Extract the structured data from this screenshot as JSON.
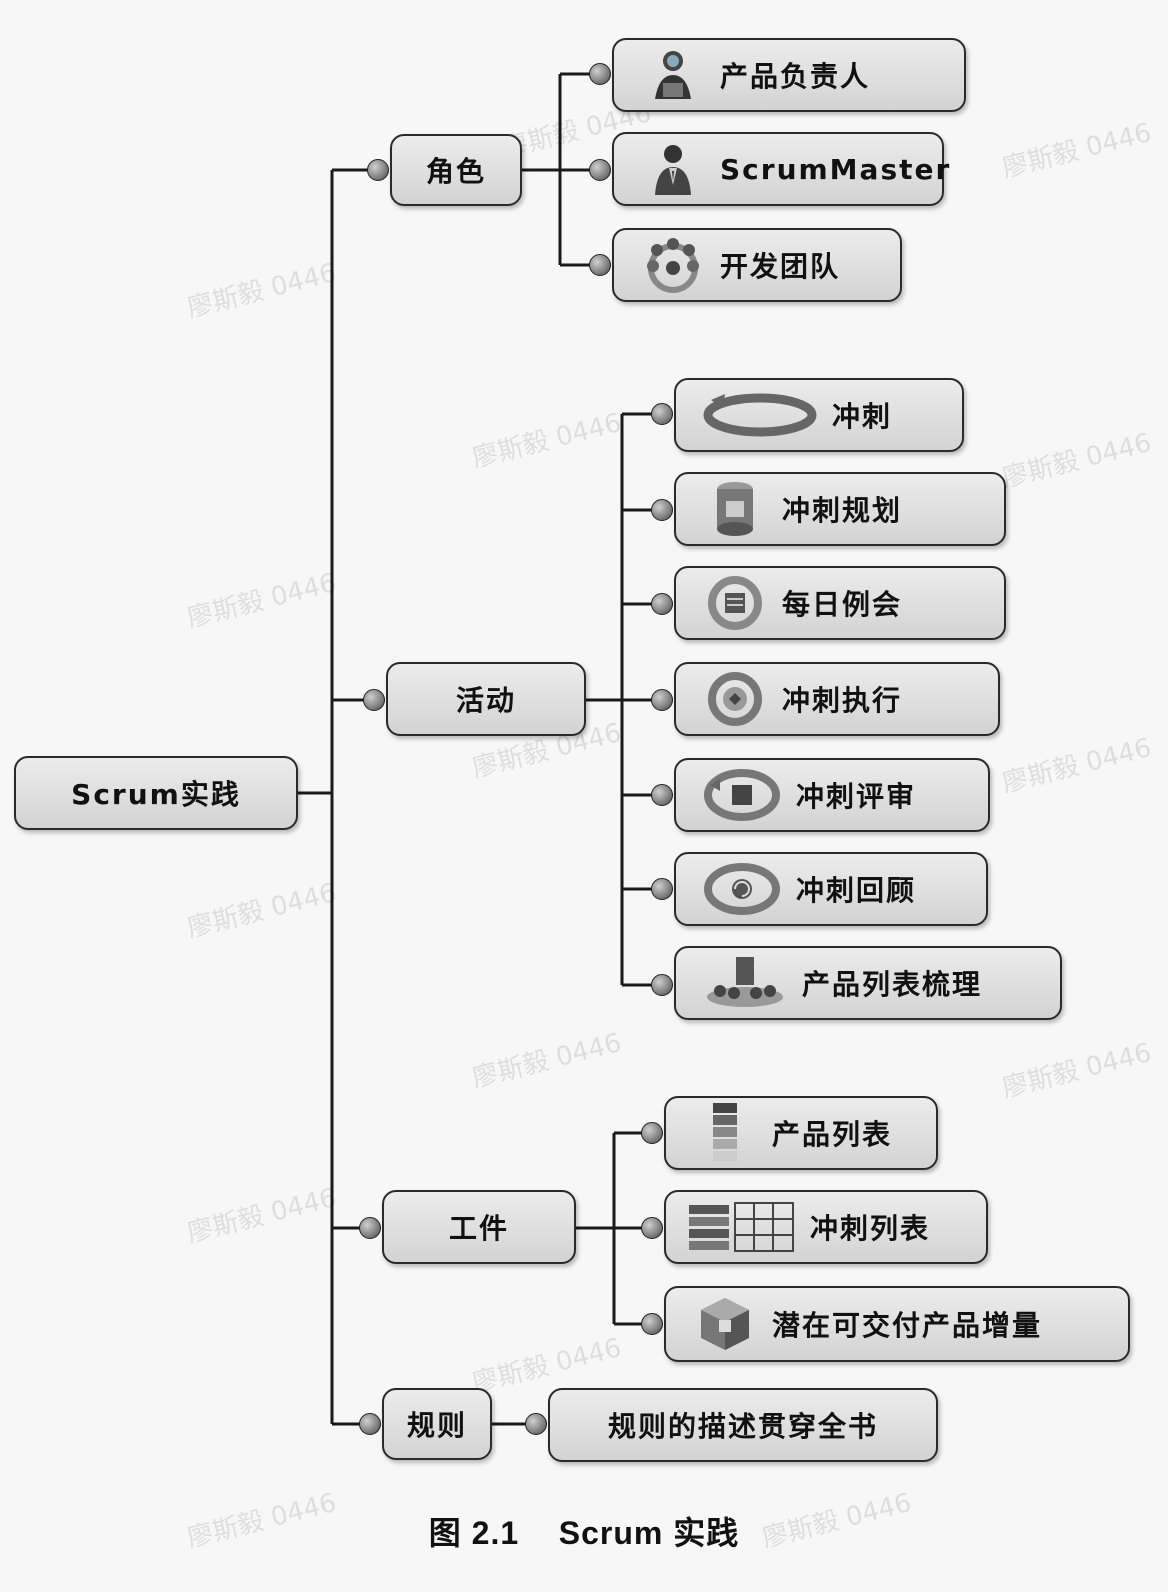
{
  "root": {
    "label": "Scrum实践"
  },
  "branches": {
    "roles": {
      "label": "角色",
      "children": [
        {
          "label": "产品负责人",
          "icon": "person-laptop-icon"
        },
        {
          "label": "ScrumMaster",
          "icon": "person-tie-icon"
        },
        {
          "label": "开发团队",
          "icon": "team-circle-icon"
        }
      ]
    },
    "activities": {
      "label": "活动",
      "children": [
        {
          "label": "冲刺",
          "icon": "cycle-arrow-icon"
        },
        {
          "label": "冲刺规划",
          "icon": "planning-cylinder-icon"
        },
        {
          "label": "每日例会",
          "icon": "daily-cycle-icon"
        },
        {
          "label": "冲刺执行",
          "icon": "execution-cycle-icon"
        },
        {
          "label": "冲刺评审",
          "icon": "review-cycle-icon"
        },
        {
          "label": "冲刺回顾",
          "icon": "retrospective-cycle-icon"
        },
        {
          "label": "产品列表梳理",
          "icon": "backlog-grooming-icon"
        }
      ]
    },
    "artifacts": {
      "label": "工件",
      "children": [
        {
          "label": "产品列表",
          "icon": "backlog-stack-icon"
        },
        {
          "label": "冲刺列表",
          "icon": "sprint-backlog-grid-icon"
        },
        {
          "label": "潜在可交付产品增量",
          "icon": "increment-cube-icon"
        }
      ]
    },
    "rules": {
      "label": "规则",
      "children": [
        {
          "label": "规则的描述贯穿全书"
        }
      ]
    }
  },
  "caption": "图 2.1    Scrum 实践",
  "watermark": "廖斯毅 0446",
  "colors": {
    "node_fill": "#dcdcdc",
    "line": "#1a1a1a",
    "background": "#f7f7f7"
  }
}
